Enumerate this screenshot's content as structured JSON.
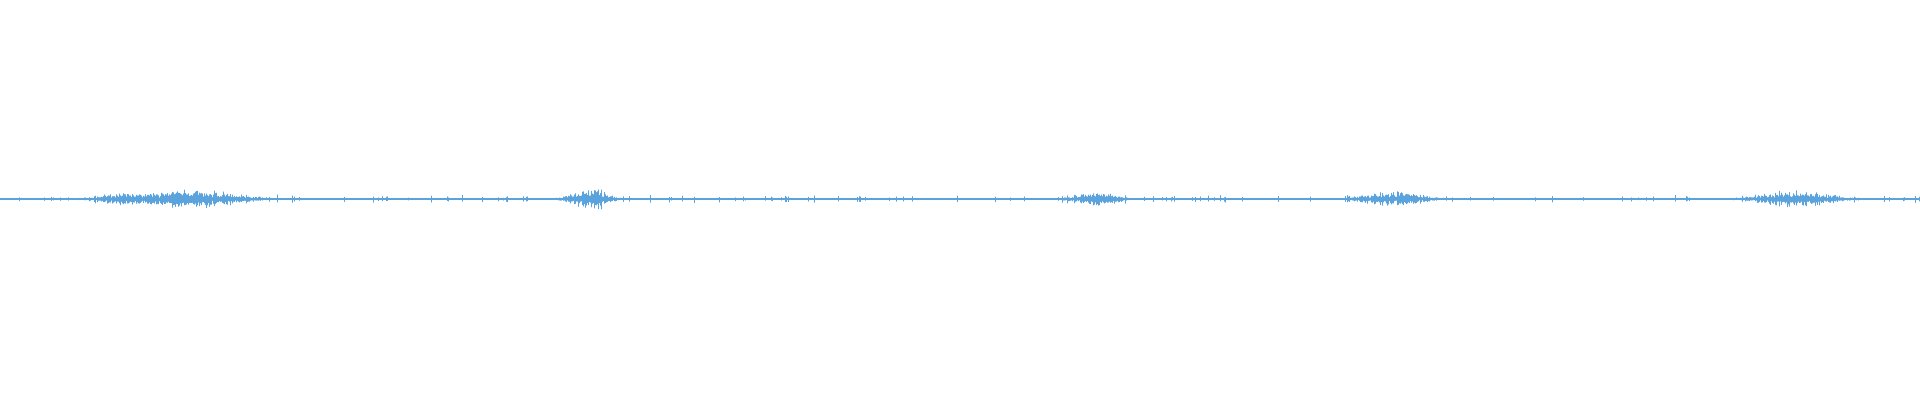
{
  "waveform": {
    "color": "#5ba3dc",
    "background": "#ffffff",
    "amplitude": {
      "baseline": 0.06,
      "peak": 0.3,
      "loud_regions": [
        {
          "center": 0.067,
          "width": 0.02,
          "level": 0.55
        },
        {
          "center": 0.1,
          "width": 0.03,
          "level": 0.75
        },
        {
          "center": 0.306,
          "width": 0.012,
          "level": 0.7
        },
        {
          "center": 0.309,
          "width": 0.008,
          "level": 1.0
        },
        {
          "center": 0.57,
          "width": 0.015,
          "level": 0.55
        },
        {
          "center": 0.725,
          "width": 0.02,
          "level": 0.6
        },
        {
          "center": 0.935,
          "width": 0.025,
          "level": 0.65
        }
      ]
    }
  }
}
